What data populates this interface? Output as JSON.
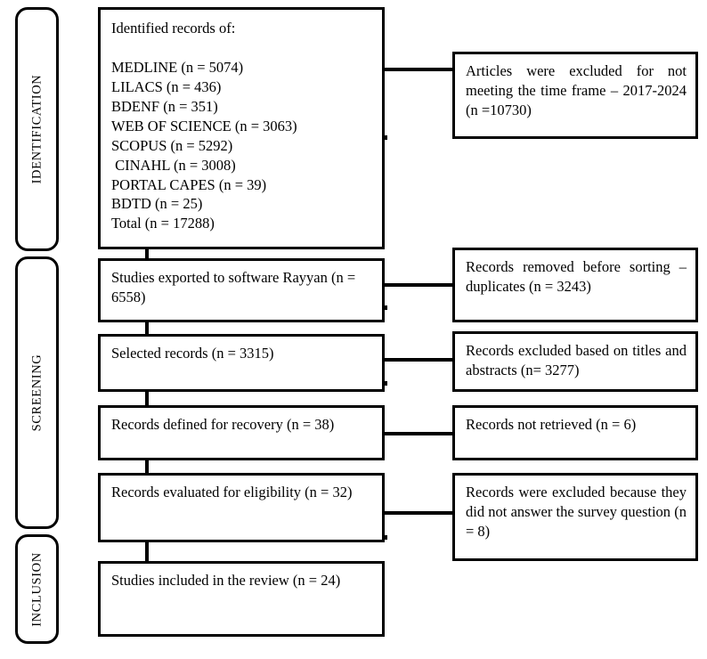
{
  "diagram": {
    "type": "prisma-flow-diagram",
    "stages": [
      {
        "id": "identification",
        "label": "IDENTIFICATION"
      },
      {
        "id": "screening",
        "label": "SCREENING"
      },
      {
        "id": "inclusion",
        "label": "INCLUSION"
      }
    ],
    "identified_records": {
      "heading": "Identified records of:",
      "sources": [
        "MEDLINE (n = 5074)",
        "LILACS (n = 436)",
        "BDENF (n = 351)",
        "WEB OF SCIENCE (n = 3063)",
        "SCOPUS (n = 5292)",
        " CINAHL (n = 3008)",
        "PORTAL CAPES (n = 39)",
        "BDTD (n = 25)",
        "Total (n = 17288)"
      ]
    },
    "flow_boxes": [
      {
        "id": "exported-rayyan",
        "text": "Studies exported to software Rayyan (n = 6558)"
      },
      {
        "id": "selected-records",
        "text": "Selected records (n = 3315)"
      },
      {
        "id": "records-recovery",
        "text": "Records defined for recovery (n = 38)"
      },
      {
        "id": "records-eligibility",
        "text": "Records evaluated for eligibility (n = 32)"
      },
      {
        "id": "studies-included",
        "text": "Studies included in the review (n = 24)"
      }
    ],
    "exclusion_boxes": [
      {
        "id": "excluded-time-frame",
        "text": "Articles were excluded for not meeting the time frame – 2017-2024 (n =10730)"
      },
      {
        "id": "removed-duplicates",
        "text": "Records removed before sorting – duplicates (n = 3243)"
      },
      {
        "id": "excluded-titles-abstracts",
        "text": "Records excluded based on titles and abstracts (n= 3277)"
      },
      {
        "id": "not-retrieved",
        "text": "Records not retrieved (n = 6)"
      },
      {
        "id": "excluded-survey-question",
        "text": "Records were excluded because they did not answer the survey question (n = 8)"
      }
    ],
    "colors": {
      "border": "#000000",
      "background": "#ffffff",
      "text": "#000000"
    }
  }
}
